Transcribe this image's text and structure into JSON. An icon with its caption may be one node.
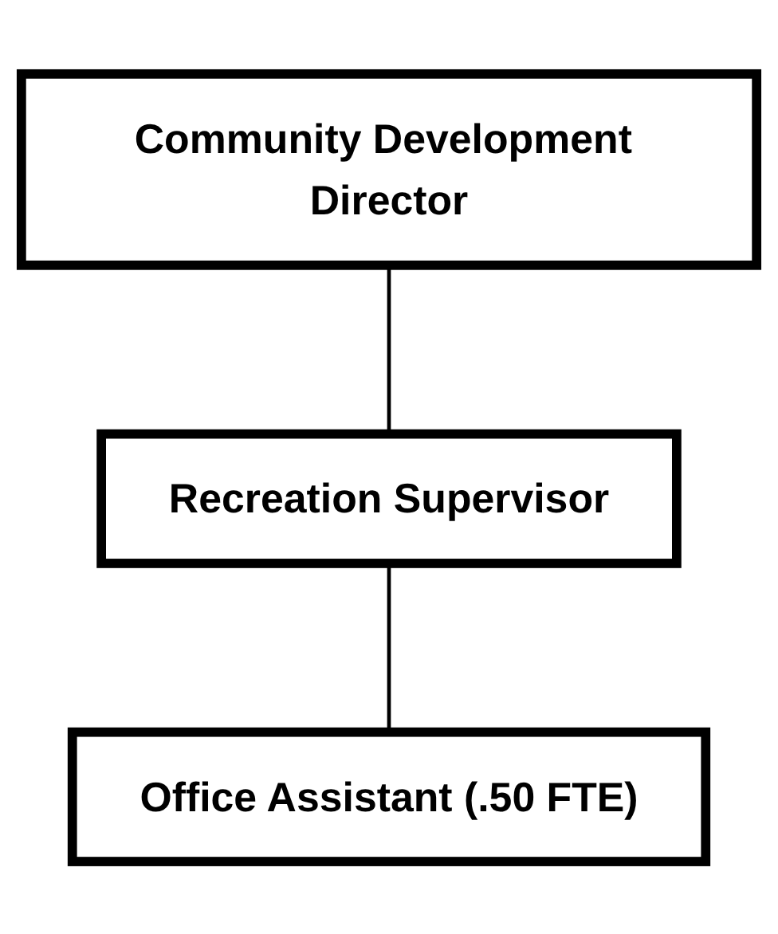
{
  "diagram": {
    "nodes": [
      {
        "text": [
          "Community Development Director"
        ]
      },
      {
        "text": [
          "Recreation Supervisor"
        ]
      },
      {
        "text": [
          "Office Assistant (.50 FTE)"
        ]
      }
    ],
    "edges": [
      {
        "from": 0,
        "to": 1,
        "arrow": "none"
      },
      {
        "from": 1,
        "to": 2,
        "arrow": "none"
      }
    ]
  }
}
